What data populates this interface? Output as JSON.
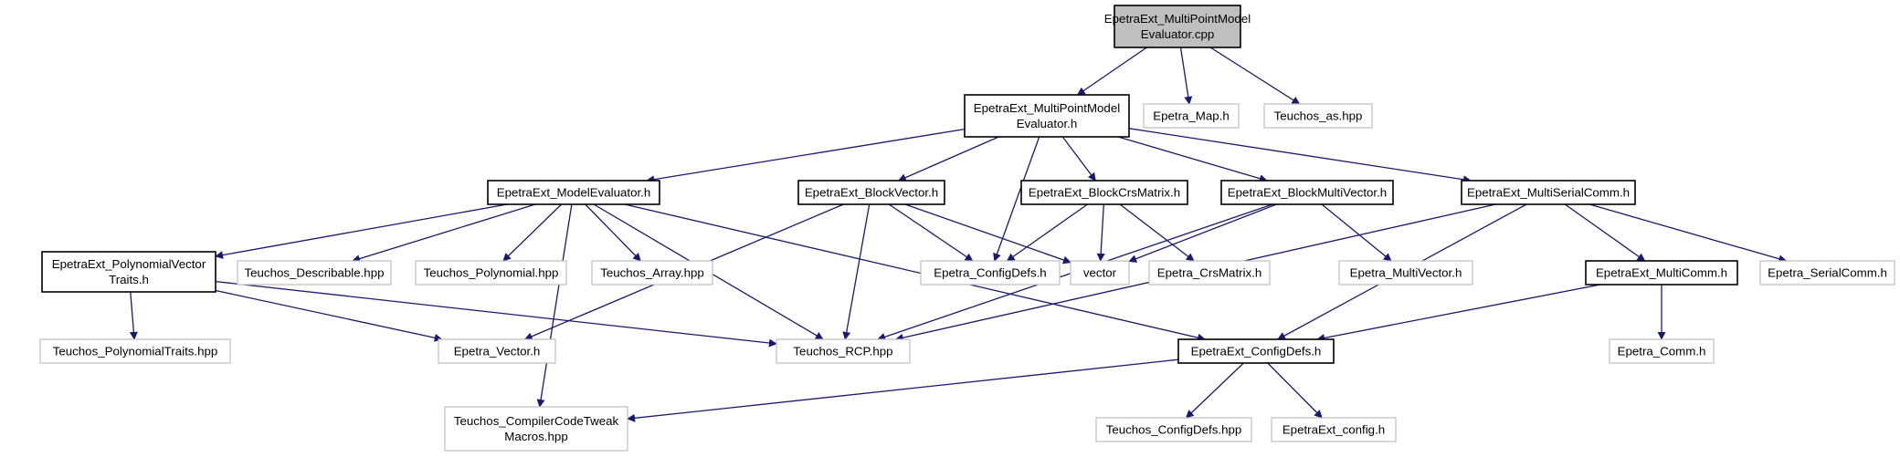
{
  "diagram": {
    "type": "include-dependency-graph",
    "colors": {
      "root_fill": "#bfbfbf",
      "node_border_strong": "#000000",
      "node_border_weak": "#bfbfbf",
      "edge": "#191970",
      "text": "#000000"
    },
    "nodes": [
      {
        "id": "root",
        "lines": [
          "EpetraExt_MultiPointModel",
          "Evaluator.cpp"
        ],
        "style": "root"
      },
      {
        "id": "mpme_h",
        "lines": [
          "EpetraExt_MultiPointModel",
          "Evaluator.h"
        ],
        "style": "strong"
      },
      {
        "id": "epetra_map",
        "lines": [
          "Epetra_Map.h"
        ],
        "style": "weak"
      },
      {
        "id": "teuchos_as",
        "lines": [
          "Teuchos_as.hpp"
        ],
        "style": "weak"
      },
      {
        "id": "model_eval",
        "lines": [
          "EpetraExt_ModelEvaluator.h"
        ],
        "style": "strong"
      },
      {
        "id": "block_vec",
        "lines": [
          "EpetraExt_BlockVector.h"
        ],
        "style": "strong"
      },
      {
        "id": "block_crs",
        "lines": [
          "EpetraExt_BlockCrsMatrix.h"
        ],
        "style": "strong"
      },
      {
        "id": "block_mv",
        "lines": [
          "EpetraExt_BlockMultiVector.h"
        ],
        "style": "strong"
      },
      {
        "id": "multi_serial",
        "lines": [
          "EpetraExt_MultiSerialComm.h"
        ],
        "style": "strong"
      },
      {
        "id": "poly_traits",
        "lines": [
          "EpetraExt_PolynomialVector",
          "Traits.h"
        ],
        "style": "strong"
      },
      {
        "id": "describable",
        "lines": [
          "Teuchos_Describable.hpp"
        ],
        "style": "weak"
      },
      {
        "id": "polynomial",
        "lines": [
          "Teuchos_Polynomial.hpp"
        ],
        "style": "weak"
      },
      {
        "id": "array",
        "lines": [
          "Teuchos_Array.hpp"
        ],
        "style": "weak"
      },
      {
        "id": "epetra_configdefs",
        "lines": [
          "Epetra_ConfigDefs.h"
        ],
        "style": "weak"
      },
      {
        "id": "vector",
        "lines": [
          "vector"
        ],
        "style": "weak"
      },
      {
        "id": "crsmatrix",
        "lines": [
          "Epetra_CrsMatrix.h"
        ],
        "style": "weak"
      },
      {
        "id": "epetra_mv",
        "lines": [
          "Epetra_MultiVector.h"
        ],
        "style": "weak"
      },
      {
        "id": "multicomm",
        "lines": [
          "EpetraExt_MultiComm.h"
        ],
        "style": "strong"
      },
      {
        "id": "serialcomm",
        "lines": [
          "Epetra_SerialComm.h"
        ],
        "style": "weak"
      },
      {
        "id": "teuchos_polytraits",
        "lines": [
          "Teuchos_PolynomialTraits.hpp"
        ],
        "style": "weak"
      },
      {
        "id": "epetra_vector",
        "lines": [
          "Epetra_Vector.h"
        ],
        "style": "weak"
      },
      {
        "id": "rcp",
        "lines": [
          "Teuchos_RCP.hpp"
        ],
        "style": "weak"
      },
      {
        "id": "ext_configdefs",
        "lines": [
          "EpetraExt_ConfigDefs.h"
        ],
        "style": "strong"
      },
      {
        "id": "epetra_comm",
        "lines": [
          "Epetra_Comm.h"
        ],
        "style": "weak"
      },
      {
        "id": "compiler_tweak",
        "lines": [
          "Teuchos_CompilerCodeTweak",
          "Macros.hpp"
        ],
        "style": "weak"
      },
      {
        "id": "teuchos_configdefs",
        "lines": [
          "Teuchos_ConfigDefs.hpp"
        ],
        "style": "weak"
      },
      {
        "id": "ext_config",
        "lines": [
          "EpetraExt_config.h"
        ],
        "style": "weak"
      }
    ],
    "edges": [
      [
        "root",
        "mpme_h"
      ],
      [
        "root",
        "epetra_map"
      ],
      [
        "root",
        "teuchos_as"
      ],
      [
        "mpme_h",
        "model_eval"
      ],
      [
        "mpme_h",
        "block_vec"
      ],
      [
        "mpme_h",
        "epetra_configdefs"
      ],
      [
        "mpme_h",
        "block_crs"
      ],
      [
        "mpme_h",
        "block_mv"
      ],
      [
        "mpme_h",
        "multi_serial"
      ],
      [
        "model_eval",
        "poly_traits"
      ],
      [
        "model_eval",
        "describable"
      ],
      [
        "model_eval",
        "polynomial"
      ],
      [
        "model_eval",
        "array"
      ],
      [
        "model_eval",
        "rcp"
      ],
      [
        "model_eval",
        "ext_configdefs"
      ],
      [
        "model_eval",
        "compiler_tweak"
      ],
      [
        "block_vec",
        "epetra_vector"
      ],
      [
        "block_vec",
        "rcp"
      ],
      [
        "block_vec",
        "epetra_configdefs"
      ],
      [
        "block_vec",
        "vector"
      ],
      [
        "block_crs",
        "epetra_configdefs"
      ],
      [
        "block_crs",
        "vector"
      ],
      [
        "block_crs",
        "crsmatrix"
      ],
      [
        "block_mv",
        "vector"
      ],
      [
        "block_mv",
        "epetra_mv"
      ],
      [
        "block_mv",
        "rcp"
      ],
      [
        "multi_serial",
        "rcp"
      ],
      [
        "multi_serial",
        "ext_configdefs"
      ],
      [
        "multi_serial",
        "multicomm"
      ],
      [
        "multi_serial",
        "serialcomm"
      ],
      [
        "poly_traits",
        "teuchos_polytraits"
      ],
      [
        "poly_traits",
        "epetra_vector"
      ],
      [
        "poly_traits",
        "rcp"
      ],
      [
        "multicomm",
        "ext_configdefs"
      ],
      [
        "multicomm",
        "epetra_comm"
      ],
      [
        "ext_configdefs",
        "compiler_tweak"
      ],
      [
        "ext_configdefs",
        "teuchos_configdefs"
      ],
      [
        "ext_configdefs",
        "ext_config"
      ]
    ]
  }
}
